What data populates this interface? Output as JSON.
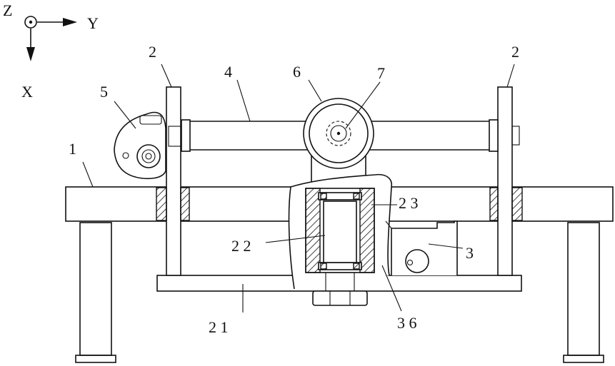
{
  "axes": {
    "z": "Z",
    "y": "Y",
    "x": "X"
  },
  "labels": {
    "l1": "1",
    "l2a": "2",
    "l2b": "2",
    "l3": "3",
    "l4": "4",
    "l5": "5",
    "l6": "6",
    "l7": "7",
    "l21": "2 1",
    "l22": "2 2",
    "l23": "2 3",
    "l36": "3 6"
  },
  "colors": {
    "line": "#111111",
    "background": "#ffffff"
  }
}
